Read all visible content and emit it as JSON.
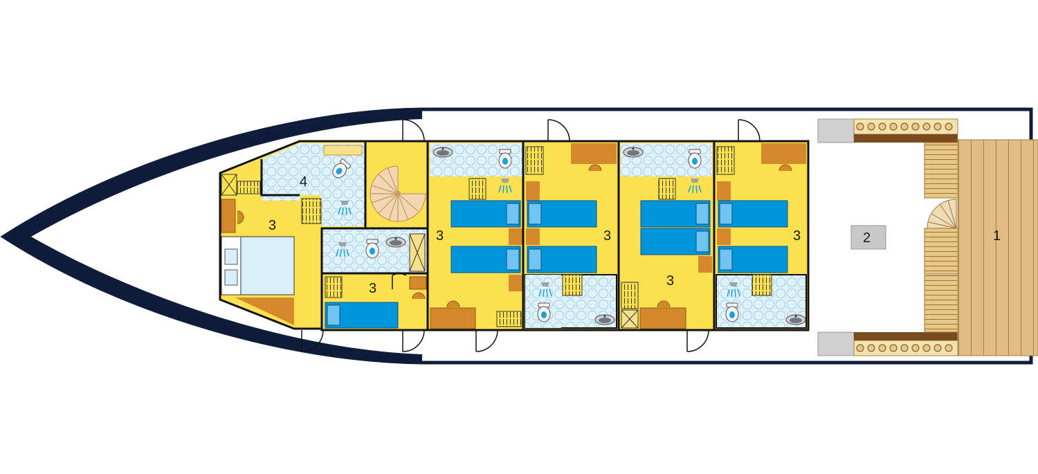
{
  "deck_plan": {
    "labels": {
      "bow_suite": "3",
      "master_bath": "4",
      "small_cabin": "3",
      "cabin_a": "3",
      "cabin_b": "3",
      "cabin_c": "3",
      "cabin_d": "3",
      "lounge": "2",
      "stern_deck": "1"
    }
  },
  "colors": {
    "hull": "#0f1d3a",
    "cabin_floor": "#fbe04f",
    "bathroom_tile": "#dbeef8",
    "bed_blue": "#0096db",
    "wood_furniture": "#d4892a",
    "deck_wood": "#deb97c",
    "wall": "#111111",
    "lounge_box": "#c8c8c8"
  },
  "icons": [
    "toilet-icon",
    "shower-icon",
    "sink-icon",
    "door-icon",
    "spiral-staircase-icon",
    "bed-icon",
    "radiator-icon",
    "bench-icon"
  ]
}
